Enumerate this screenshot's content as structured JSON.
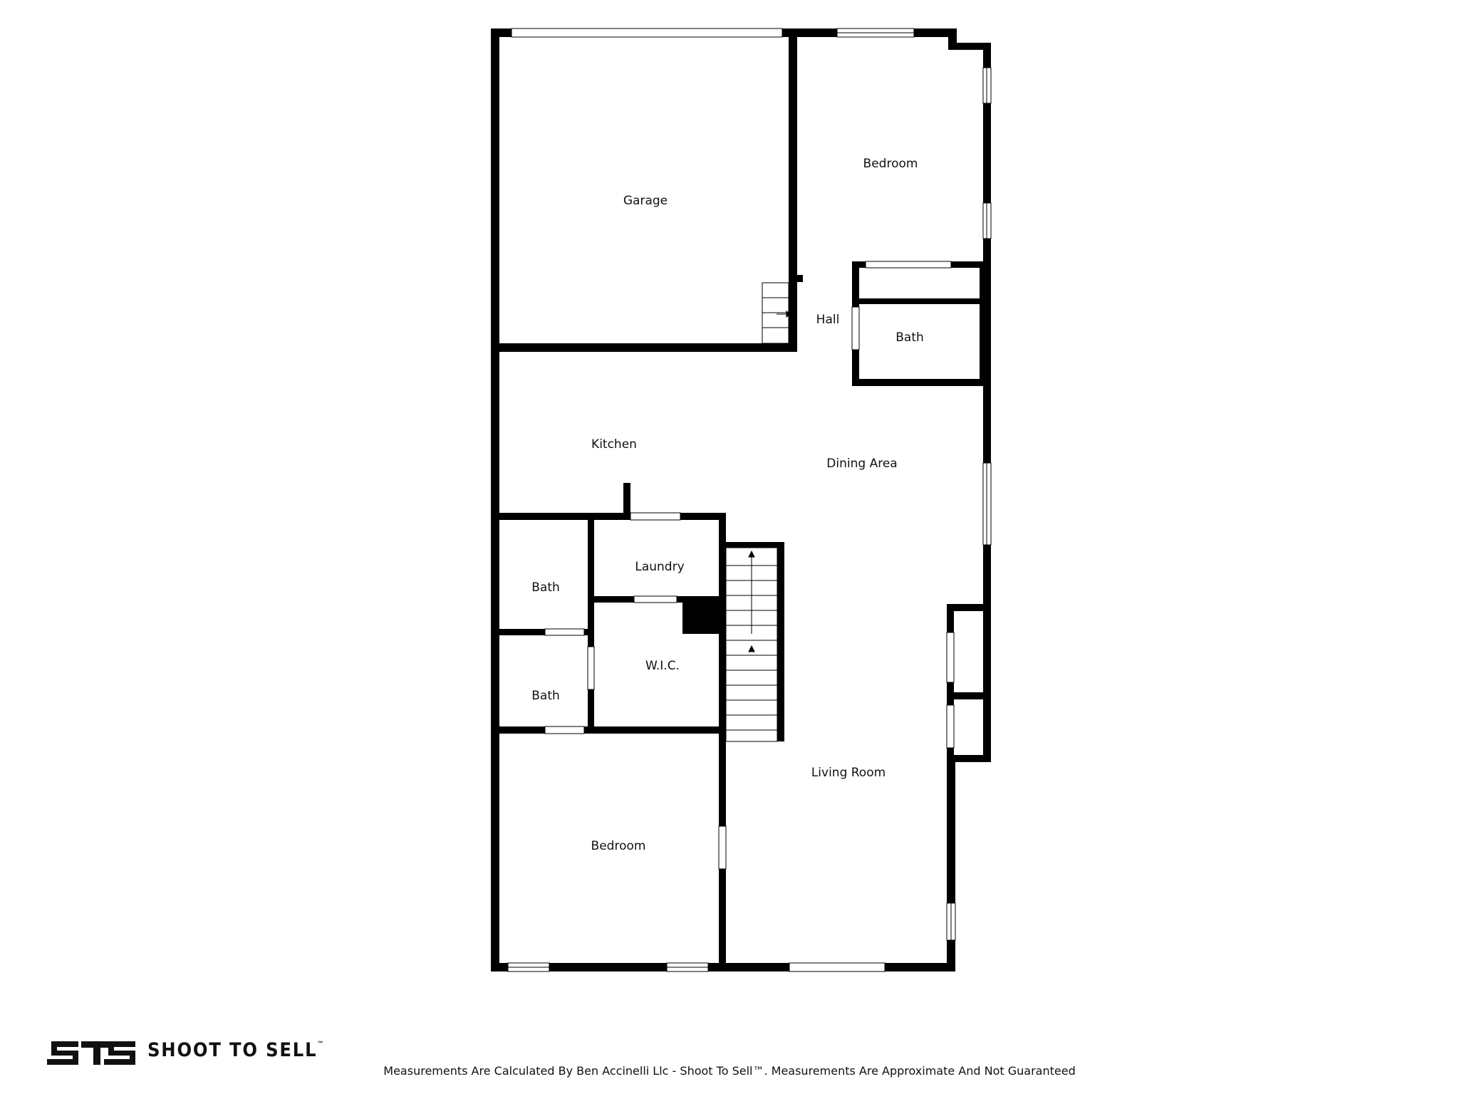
{
  "rooms": {
    "garage": "Garage",
    "bedroom_top": "Bedroom",
    "hall": "Hall",
    "bath_upper": "Bath",
    "kitchen": "Kitchen",
    "dining_area": "Dining Area",
    "laundry": "Laundry",
    "bath_left_top": "Bath",
    "bath_left_bottom": "Bath",
    "wic": "W.I.C.",
    "living_room": "Living Room",
    "bedroom_bottom": "Bedroom"
  },
  "footer": {
    "logo_mark": "STS",
    "brand_name": "SHOOT TO SELL",
    "trademark": "™",
    "disclaimer": "Measurements Are Calculated By Ben Accinelli Llc - Shoot To Sell™. Measurements Are Approximate And Not Guaranteed"
  },
  "colors": {
    "wall": "#000000",
    "window": "#ffffff",
    "background": "#ffffff"
  }
}
